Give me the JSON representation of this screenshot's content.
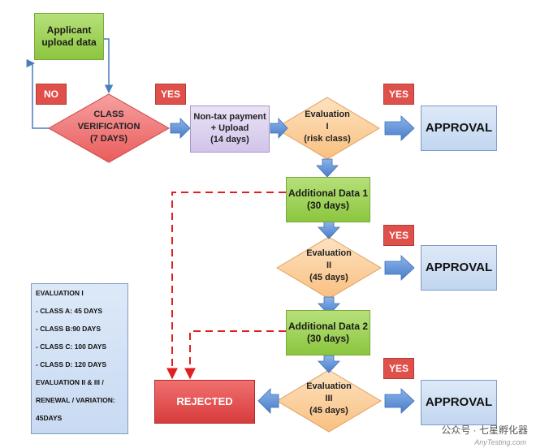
{
  "nodes": {
    "applicant": {
      "line1": "Applicant",
      "line2": "upload data"
    },
    "class_verification": {
      "line1": "CLASS",
      "line2": "VERIFICATION",
      "line3": "(7 DAYS)"
    },
    "nontax": {
      "line1": "Non-tax payment",
      "line2": "+ Upload",
      "line3": "(14 days)"
    },
    "eval1": {
      "line1": "Evaluation",
      "line2": "I",
      "line3": "(risk class)"
    },
    "approval1": "APPROVAL",
    "additional1": {
      "line1": "Additional Data 1",
      "line2": "(30 days)"
    },
    "eval2": {
      "line1": "Evaluation",
      "line2": "II",
      "line3": "(45 days)"
    },
    "approval2": "APPROVAL",
    "additional2": {
      "line1": "Additional Data 2",
      "line2": "(30 days)"
    },
    "eval3": {
      "line1": "Evaluation",
      "line2": "III",
      "line3": "(45 days)"
    },
    "approval3": "APPROVAL",
    "rejected": "REJECTED"
  },
  "tags": {
    "no": "NO",
    "yes_class": "YES",
    "yes_eval1": "YES",
    "yes_eval2": "YES",
    "yes_eval3": "YES"
  },
  "legend": {
    "title": "EVALUATION I",
    "items": [
      "- CLASS A: 45 DAYS",
      "- CLASS B:90 DAYS",
      "- CLASS C: 100 DAYS",
      "- CLASS D: 120 DAYS"
    ],
    "footer_line1": "EVALUATION II & III /",
    "footer_line2": "RENEWAL / VARIATION:",
    "footer_line3": "45DAYS"
  },
  "watermark": {
    "text": "公众号 · 七星孵化器",
    "sub": "AnyTesting.com"
  },
  "colors": {
    "diamond_fill": "#fbd0a0",
    "diamond_stroke": "#e0a060",
    "class_diamond_fill": "#f27878",
    "class_diamond_stroke": "#cc4444",
    "arrow_fill": "#5b8fd6",
    "dashed_red": "#e02020",
    "connector": "#4a7cc0"
  }
}
